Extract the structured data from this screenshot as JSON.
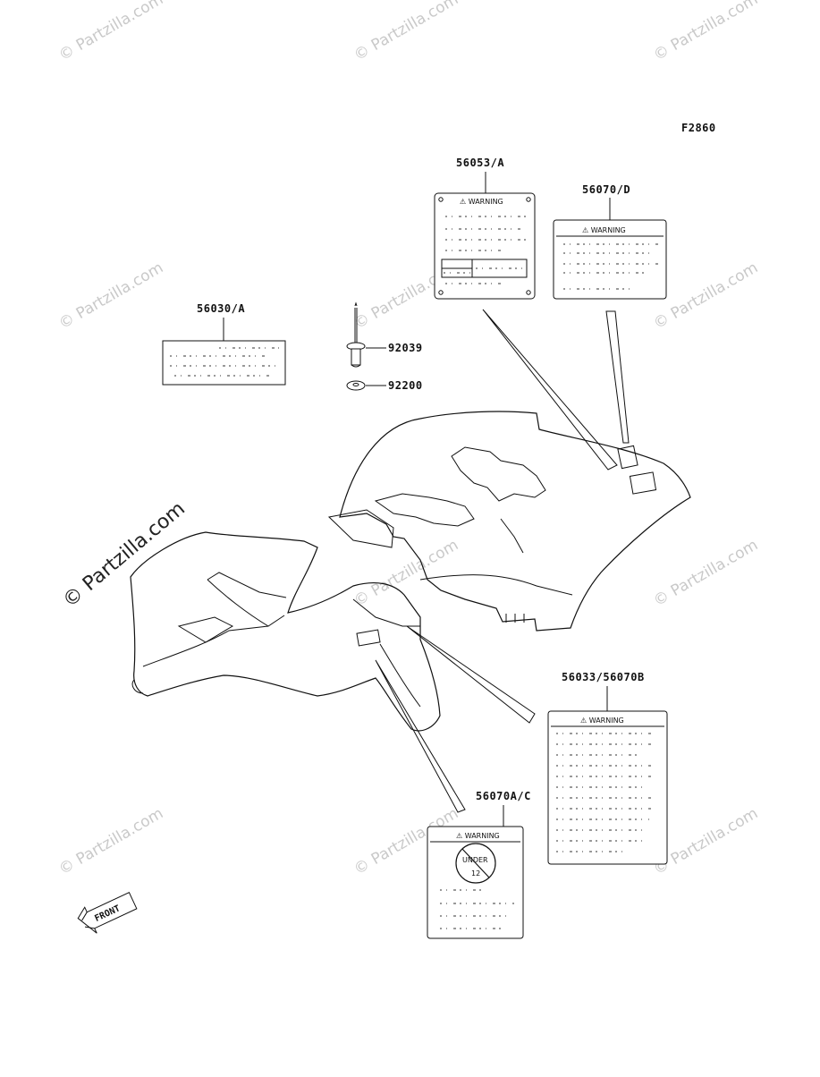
{
  "figure_code": "F2860",
  "watermark_text": "© Partzilla.com",
  "parts": {
    "p56053A": "56053/A",
    "p56070D": "56070/D",
    "p56030A": "56030/A",
    "p92039": "92039",
    "p92200": "92200",
    "p56033": "56033/56070B",
    "p56070AC": "56070A/C"
  },
  "warning_text": "⚠ WARNING",
  "front_text": "FRONT",
  "under_age": {
    "word": "UNDER",
    "age": "12"
  }
}
